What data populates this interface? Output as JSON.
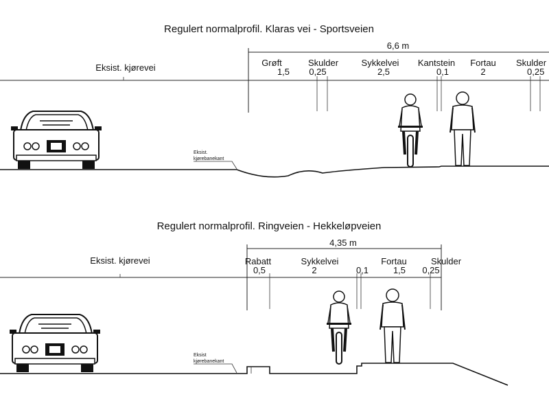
{
  "profiles": [
    {
      "title": "Regulert normalprofil. Klaras vei - Sportsveien",
      "total_width": "6,6 m",
      "left_label": "Eksist. kjørevei",
      "curb_label": [
        "Eksist.",
        "kjørebanekant"
      ],
      "segments": [
        {
          "name": "Grøft",
          "width": "1,5"
        },
        {
          "name": "Skulder",
          "width": "0,25"
        },
        {
          "name": "Sykkelvei",
          "width": "2,5"
        },
        {
          "name": "Kantstein",
          "width": "0,1"
        },
        {
          "name": "Fortau",
          "width": "2"
        },
        {
          "name": "Skulder",
          "width": "0,25"
        }
      ]
    },
    {
      "title": "Regulert normalprofil. Ringveien - Hekkeløpveien",
      "total_width": "4,35 m",
      "left_label": "Eksist. kjørevei",
      "curb_label": [
        "Eksist",
        "kjørebanekant"
      ],
      "segments": [
        {
          "name": "Rabatt",
          "width": "0,5"
        },
        {
          "name": "Sykkelvei",
          "width": "2"
        },
        {
          "name": "",
          "width": "0,1"
        },
        {
          "name": "Fortau",
          "width": "1,5"
        },
        {
          "name": "Skulder",
          "width": "0,25"
        }
      ]
    }
  ]
}
